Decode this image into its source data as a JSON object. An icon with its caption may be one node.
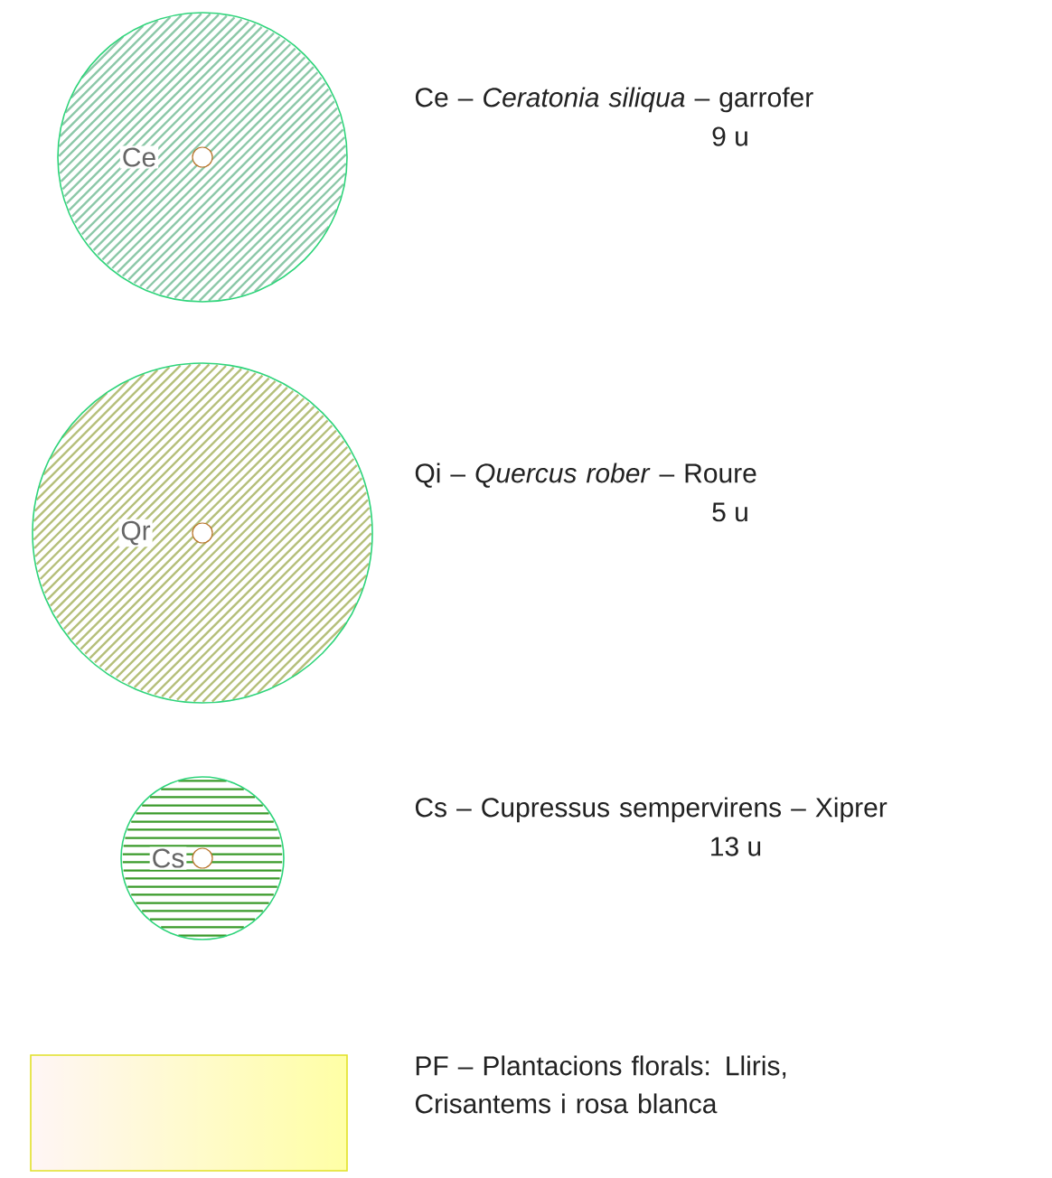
{
  "diagram": {
    "nodes": [
      {
        "text": [
          "Ce"
        ],
        "beside": [
          "Ce – *Ceratonia siliqua* – garrofer",
          "9 u"
        ]
      },
      {
        "text": [
          "Qr"
        ],
        "beside": [
          "Qi – *Quercus rober* – Roure",
          "5 u"
        ]
      },
      {
        "text": [
          "Cs"
        ],
        "beside": [
          "Cs – Cupressus sempervirens – Xiprer",
          "13 u"
        ]
      },
      {
        "text": [],
        "shape": "box",
        "beside": [
          "PF – Plantacions florals: Lliris, Crisantems i rosa blanca"
        ]
      }
    ]
  }
}
